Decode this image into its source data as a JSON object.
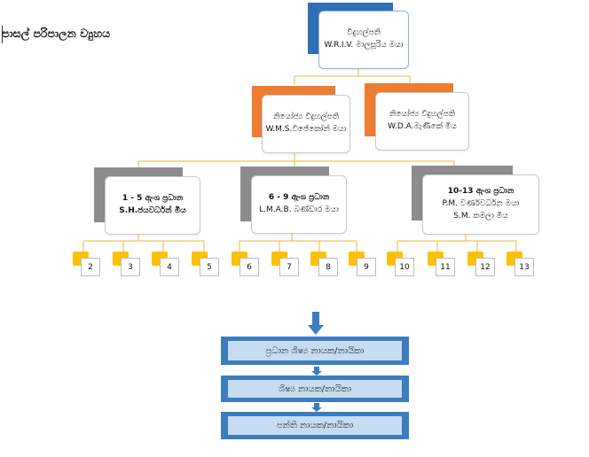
{
  "title": "පාසල් පරිපාලන ව්‍යුහය",
  "principal": {
    "role": "විදුහල්පති",
    "name": "W.R.I.V. මාලසූරිය මයා"
  },
  "deputies": [
    {
      "role": "නියෝජ්‍ය විදුහල්පති",
      "name": "W.M.S.විජේකෝන් මයා"
    },
    {
      "role": "නියෝජ්‍ය විදුහල්පති",
      "name": "W.D.A.මැණිකේ මිය"
    }
  ],
  "sections": [
    {
      "role": "1 - 5 ඇංශ ප්‍රධාන",
      "names": [
        "S.H.ජයවර්ධන් මිය"
      ],
      "grades": [
        "2",
        "3",
        "4",
        "5"
      ]
    },
    {
      "role": "6 - 9 ඇංශ ප්‍රධාන",
      "names": [
        "L.M.A.B. බණ්ඩාර මයා"
      ],
      "grades": [
        "6",
        "7",
        "8",
        "9"
      ]
    },
    {
      "role": "10-13 ඇංශ ප්‍රධාන",
      "names": [
        "P.M. වර්ණවර්ධන මයා",
        "S.M. කමලා මිය"
      ],
      "grades": [
        "10",
        "11",
        "12",
        "13"
      ]
    }
  ],
  "hierarchy": [
    "ප්‍රධාන ශිෂ්‍ය නායක/නායිකා",
    "ශිෂ්‍ය නායක/නායිකා",
    "පන්ති නායක/නායිකා"
  ],
  "colors": {
    "principal": "#2e6fb5",
    "deputy": "#ed7d31",
    "section": "#8c8c8c",
    "grade": "#ffc000",
    "flow": "#3c7dbd",
    "flow_fill": "#c7dcf0"
  }
}
